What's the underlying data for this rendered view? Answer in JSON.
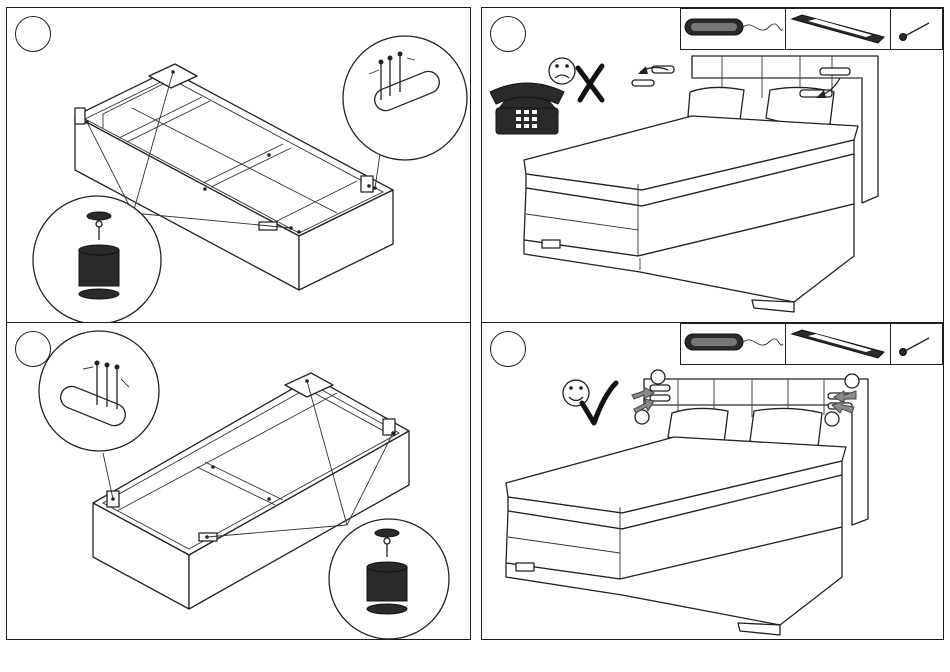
{
  "steps": [
    {
      "id": 1,
      "number": ""
    },
    {
      "id": 2,
      "number": ""
    },
    {
      "id": 3,
      "number": ""
    },
    {
      "id": 4,
      "number": ""
    }
  ],
  "parts_boxes": {
    "step2": [
      "led-light-strip-icon",
      "mounting-bracket-icon",
      "screw-icon"
    ],
    "step4": [
      "led-light-strip-icon",
      "mounting-bracket-icon",
      "screw-icon"
    ]
  },
  "symbols": {
    "step2": [
      "telephone-icon",
      "sad-face-icon",
      "cross-mark-icon"
    ],
    "step4": [
      "happy-face-icon",
      "check-mark-icon"
    ]
  },
  "colors": {
    "line": "#222222",
    "foot": "#2a2a2a",
    "arrow": "#8a8a8a"
  }
}
